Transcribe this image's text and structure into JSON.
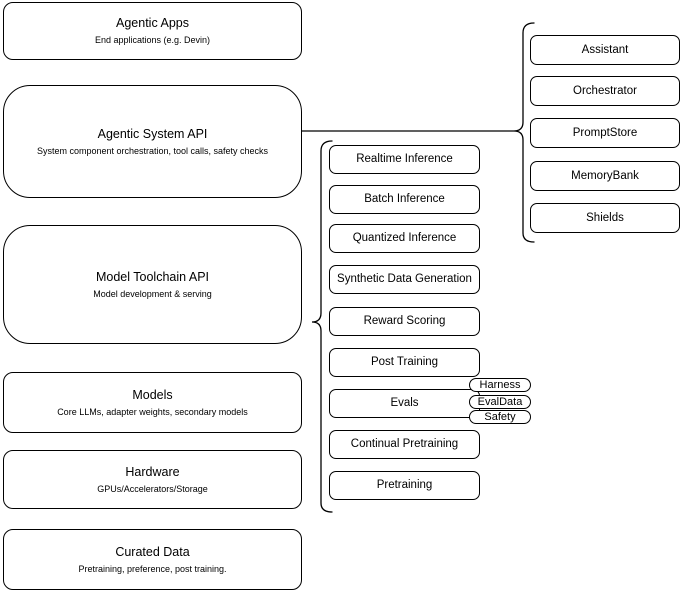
{
  "diagram": {
    "title": "Agentic stack architecture diagram",
    "colors": {
      "stroke": "#000000",
      "background": "#ffffff",
      "text": "#000000"
    },
    "stack_layers": [
      {
        "title": "Agentic Apps",
        "subtitle": "End applications (e.g. Devin)"
      },
      {
        "title": "Agentic System API",
        "subtitle": "System component orchestration, tool calls, safety checks"
      },
      {
        "title": "Model Toolchain API",
        "subtitle": "Model development & serving"
      },
      {
        "title": "Models",
        "subtitle": "Core LLMs, adapter weights, secondary models"
      },
      {
        "title": "Hardware",
        "subtitle": "GPUs/Accelerators/Storage"
      },
      {
        "title": "Curated Data",
        "subtitle": "Pretraining, preference, post training."
      }
    ],
    "toolchain_components": [
      "Realtime Inference",
      "Batch Inference",
      "Quantized Inference",
      "Synthetic Data Generation",
      "Reward Scoring",
      "Post Training",
      "Evals",
      "Continual Pretraining",
      "Pretraining"
    ],
    "evals_tags": [
      "Harness",
      "EvalData",
      "Safety"
    ],
    "system_components": [
      "Assistant",
      "Orchestrator",
      "PromptStore",
      "MemoryBank",
      "Shields"
    ]
  }
}
